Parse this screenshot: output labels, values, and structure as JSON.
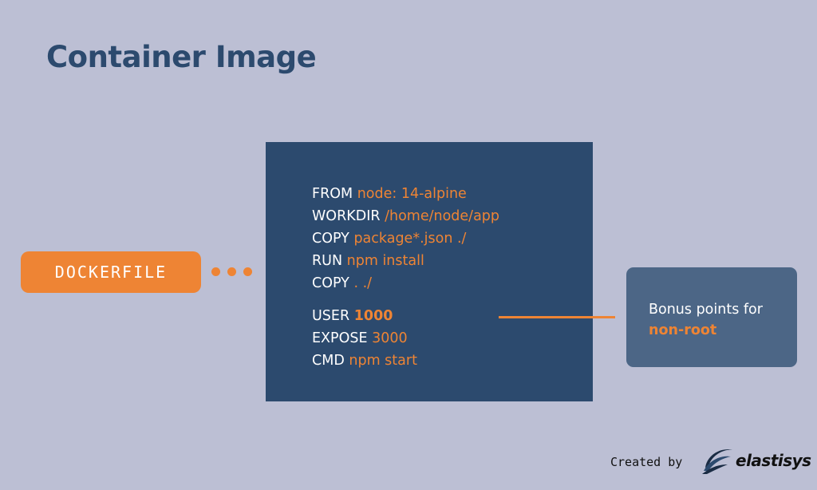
{
  "title": "Container Image",
  "source": {
    "label": "DOCKERFILE"
  },
  "dockerfile": {
    "lines": [
      {
        "keyword": "FROM",
        "argument": "node: 14-alpine"
      },
      {
        "keyword": "WORKDIR",
        "argument": "/home/node/app"
      },
      {
        "keyword": "COPY",
        "argument": "package*.json ./"
      },
      {
        "keyword": "RUN",
        "argument": "npm install"
      },
      {
        "keyword": "COPY",
        "argument": ". ./"
      },
      {
        "keyword": "USER",
        "argument": "1000"
      },
      {
        "keyword": "EXPOSE",
        "argument": "3000"
      },
      {
        "keyword": "CMD",
        "argument": "npm start"
      }
    ]
  },
  "callout": {
    "text": "Bonus points for",
    "highlight": "non-root"
  },
  "credit": {
    "prefix": "Created by",
    "brand": "elastisys"
  },
  "colors": {
    "background": "#bcbfd4",
    "navy": "#2c4a6e",
    "accent": "#ee8434",
    "callout": "#4c6686"
  },
  "icons": [
    "logo-icon"
  ]
}
